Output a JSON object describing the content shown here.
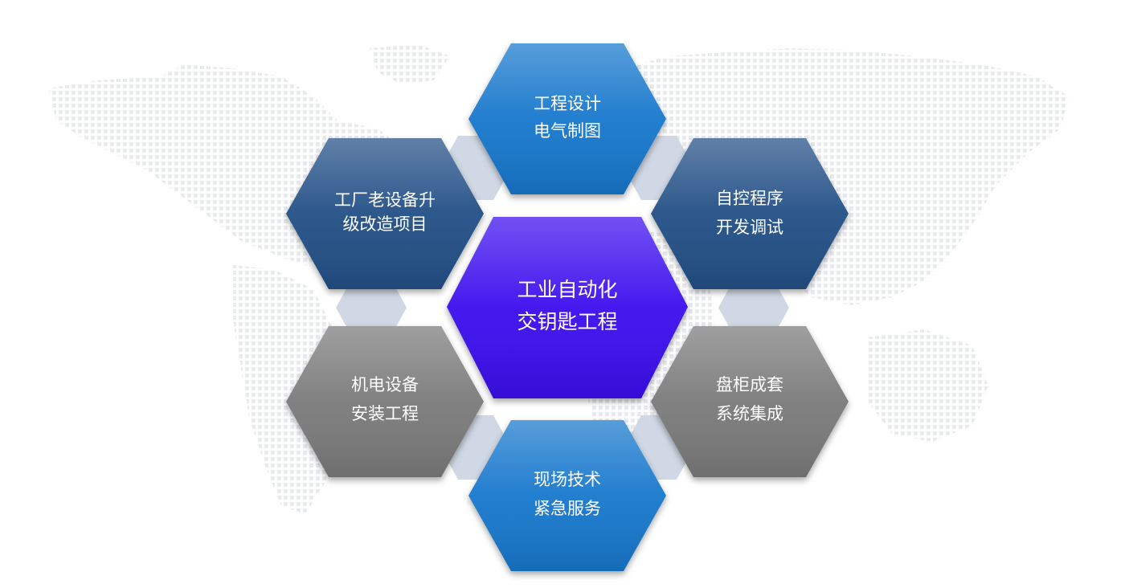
{
  "diagram": {
    "center": {
      "line1": "工业自动化",
      "line2": "交钥匙工程",
      "color": "#3a10ee"
    },
    "top": {
      "line1": "工程设计",
      "line2": "电气制图",
      "color": "#1577cc"
    },
    "upper_left": {
      "line1": "工厂老设备升",
      "line2": "级改造项目",
      "color": "#234f86"
    },
    "upper_right": {
      "line1": "自控程序",
      "line2": "开发调试",
      "color": "#234f86"
    },
    "lower_left": {
      "line1": "机电设备",
      "line2": "安装工程",
      "color": "#7a7a7a"
    },
    "lower_right": {
      "line1": "盘柜成套",
      "line2": "系统集成",
      "color": "#7a7a7a"
    },
    "bottom": {
      "line1": "现场技术",
      "line2": "紧急服务",
      "color": "#1577cc"
    }
  }
}
